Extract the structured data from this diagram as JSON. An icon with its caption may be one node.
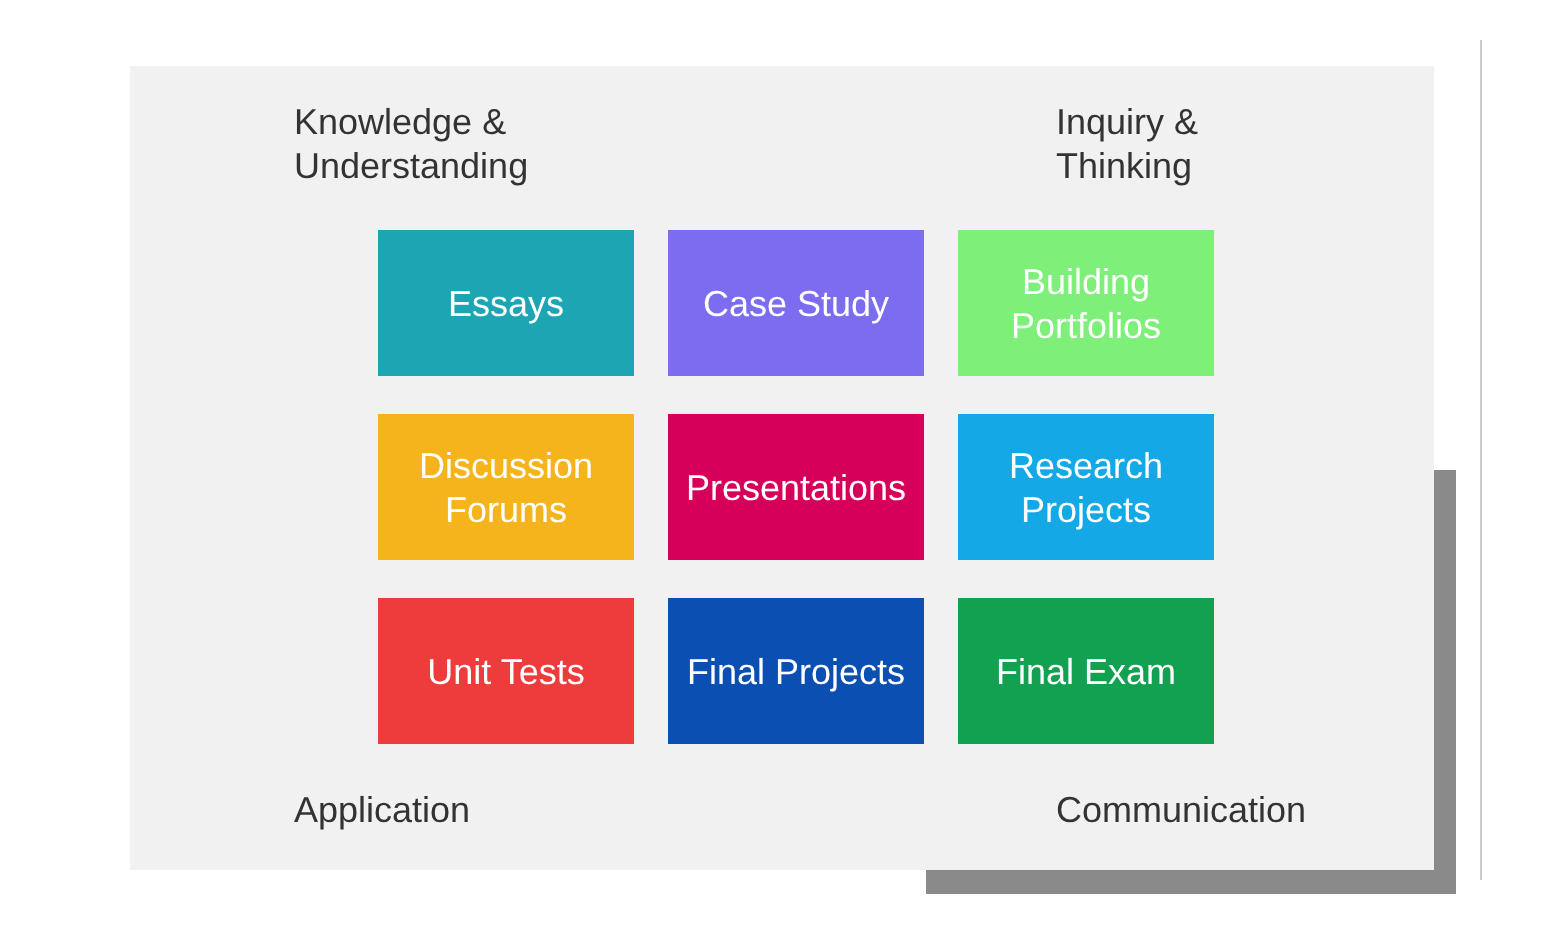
{
  "diagram": {
    "nodes": [
      {
        "text": [
          "Essays"
        ]
      },
      {
        "text": [
          "Case Study"
        ]
      },
      {
        "text": [
          "Building Portfolios"
        ]
      },
      {
        "text": [
          "Discussion Forums"
        ]
      },
      {
        "text": [
          "Presentations"
        ]
      },
      {
        "text": [
          "Research Projects"
        ]
      },
      {
        "text": [
          "Unit Tests"
        ]
      },
      {
        "text": [
          "Final Projects"
        ]
      },
      {
        "text": [
          "Final Exam"
        ]
      }
    ],
    "labels": [
      "Knowledge & Understanding",
      "Inquiry & Thinking",
      "Application",
      "Communication"
    ]
  }
}
